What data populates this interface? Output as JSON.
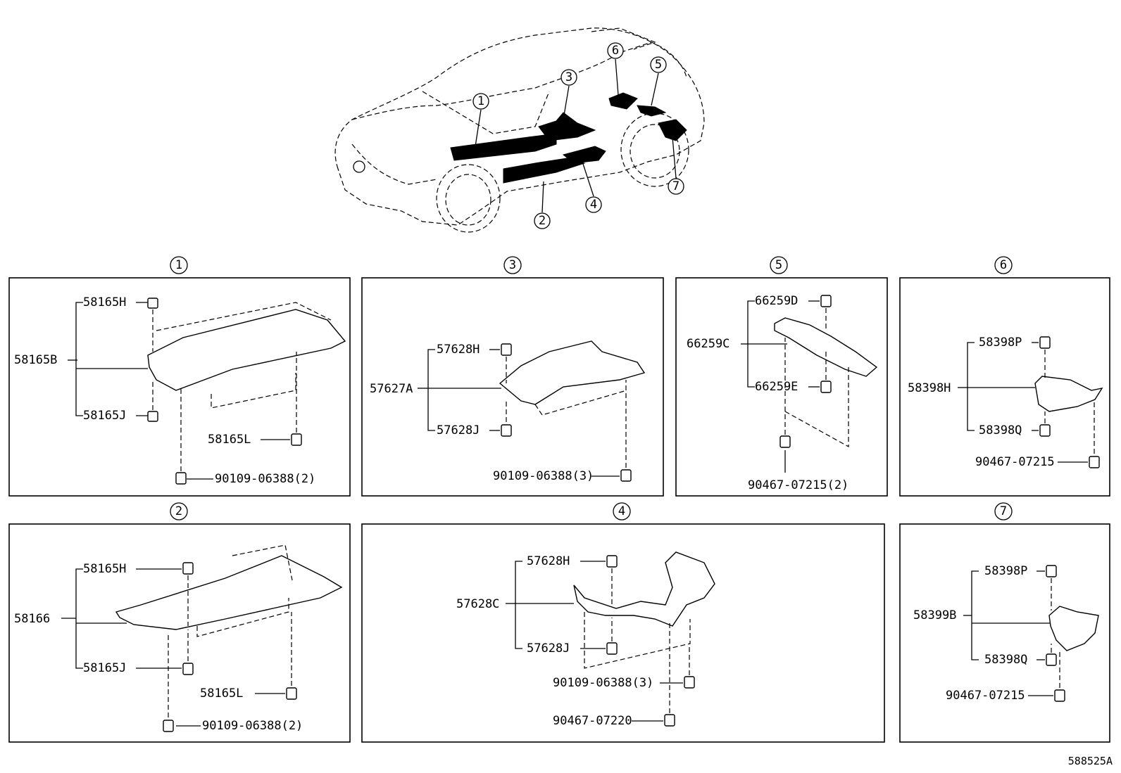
{
  "diagram_id": "588525A",
  "callouts": [
    "1",
    "2",
    "3",
    "4",
    "5",
    "6",
    "7"
  ],
  "panels": {
    "p1": {
      "number": "1",
      "main_part": "58165B",
      "parts": [
        "58165H",
        "58165J",
        "58165L",
        "90109-06388(2)"
      ]
    },
    "p2": {
      "number": "2",
      "main_part": "58166",
      "parts": [
        "58165H",
        "58165J",
        "58165L",
        "90109-06388(2)"
      ]
    },
    "p3": {
      "number": "3",
      "main_part": "57627A",
      "parts": [
        "57628H",
        "57628J",
        "90109-06388(3)"
      ]
    },
    "p4": {
      "number": "4",
      "main_part": "57628C",
      "parts": [
        "57628H",
        "57628J",
        "90109-06388(3)",
        "90467-07220"
      ]
    },
    "p5": {
      "number": "5",
      "main_part": "66259C",
      "parts": [
        "66259D",
        "66259E",
        "90467-07215(2)"
      ]
    },
    "p6": {
      "number": "6",
      "main_part": "58398H",
      "parts": [
        "58398P",
        "58398Q",
        "90467-07215"
      ]
    },
    "p7": {
      "number": "7",
      "main_part": "58399B",
      "parts": [
        "58398P",
        "58398Q",
        "90467-07215"
      ]
    }
  }
}
